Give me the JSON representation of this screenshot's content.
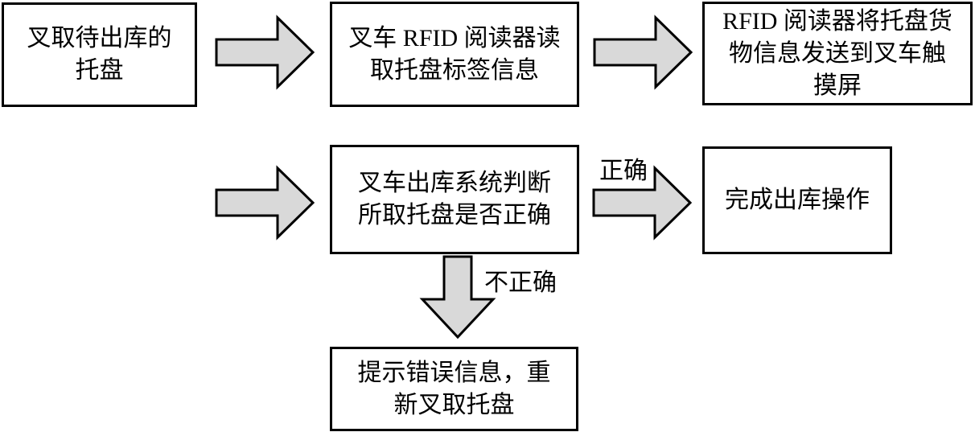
{
  "colors": {
    "background": "#ffffff",
    "box_border": "#000000",
    "text": "#000000",
    "arrow_fill": "#d9d9d9",
    "arrow_stroke": "#000000"
  },
  "flowchart": {
    "nodes": [
      {
        "id": "pick-pallet",
        "lines": [
          "叉取待出库的",
          "托盘"
        ]
      },
      {
        "id": "rfid-read",
        "lines": [
          "叉车 RFID 阅读器读",
          "取托盘标签信息"
        ]
      },
      {
        "id": "send-to-screen",
        "lines": [
          "RFID 阅读器将托盘货",
          "物信息发送到叉车触",
          "摸屏"
        ]
      },
      {
        "id": "system-judge",
        "lines": [
          "叉车出库系统判断",
          "所取托盘是否正确"
        ]
      },
      {
        "id": "complete",
        "lines": [
          "完成出库操作"
        ]
      },
      {
        "id": "error-retry",
        "lines": [
          "提示错误信息，重",
          "新叉取托盘"
        ]
      }
    ],
    "edge_labels": {
      "correct": "正确",
      "incorrect": "不正确"
    }
  }
}
